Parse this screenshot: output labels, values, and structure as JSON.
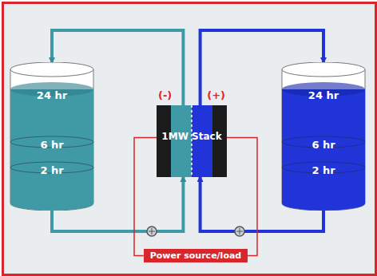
{
  "diagram": {
    "nodes": [
      {
        "text": [
          "24 hr",
          "6 hr",
          "2 hr"
        ]
      },
      {
        "text": [
          "(-)",
          "1MW Stack",
          "(+)"
        ]
      },
      {
        "text": [
          "24 hr",
          "6 hr",
          "2 hr"
        ]
      },
      {
        "text": [
          "Power source/load"
        ]
      }
    ],
    "edges": [
      {
        "from": 0,
        "to": 1,
        "arrow": "to"
      },
      {
        "from": 1,
        "to": 0,
        "arrow": "to"
      },
      {
        "from": 2,
        "to": 1,
        "arrow": "to"
      },
      {
        "from": 1,
        "to": 2,
        "arrow": "to"
      },
      {
        "from": 1,
        "to": 3,
        "arrow": "none"
      },
      {
        "from": 1,
        "to": 3,
        "arrow": "none"
      }
    ]
  }
}
